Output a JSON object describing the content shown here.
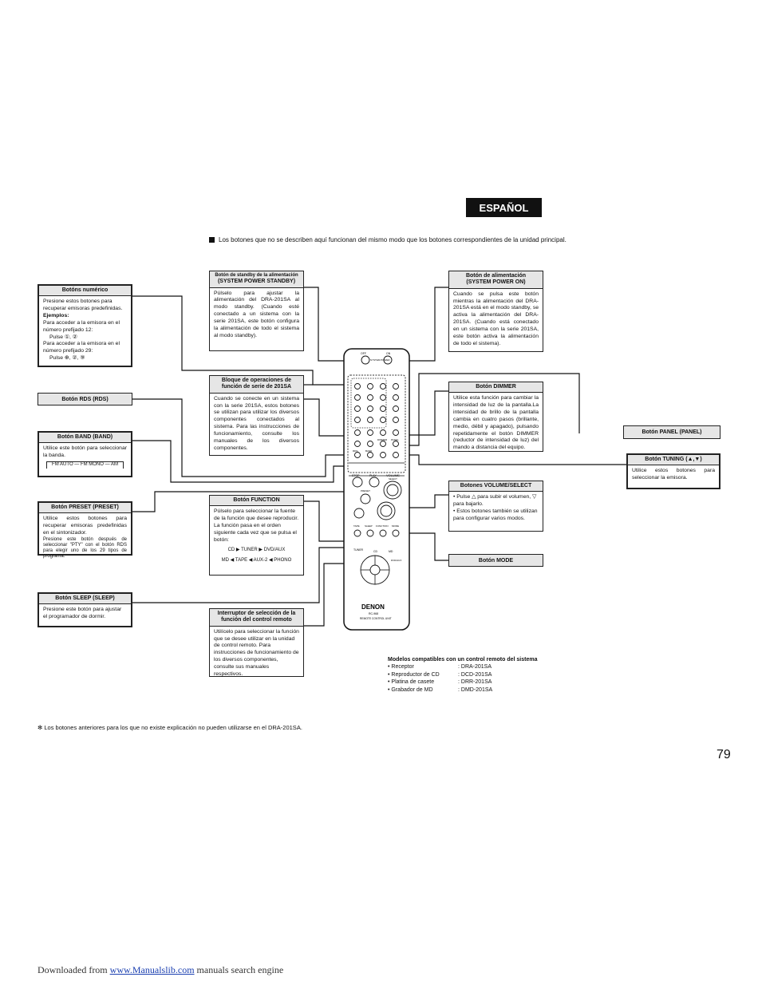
{
  "language": "ESPAÑOL",
  "note": "Los botones que no se describen aquí funcionan del mismo modo que los botones correspondientes de la unidad principal.",
  "boxes": {
    "numeric": {
      "title": "Botóns numérico",
      "body1": "Presione estos botones para recuperar emisoras predefinidas.",
      "ex": "Ejemplos:",
      "body2": "Para acceder a la emisora en el número prefijado 12:",
      "press1": "Pulse ①, ②",
      "body3": "Para acceder a la emisora en el número prefijado 29:",
      "press2": "Pulse ⊕, ②, ⑨"
    },
    "standby": {
      "title1": "Botón de standby de la alimentación",
      "title2": "(SYSTEM POWER STANDBY)",
      "body": "Púlselo para ajustar la alimentación del DRA-201SA al modo standby. (Cuando esté conectado a un sistema con la serie 201SA, este botón configura la alimentación de todo el sistema al modo standby)."
    },
    "poweron": {
      "title1": "Botón de alimentación",
      "title2": "(SYSTEM POWER ON)",
      "body": "Cuando se pulsa este botón mientras la alimentación del DRA-201SA está en el modo standby, se activa la alimentación del DRA-201SA. (Cuando está conectado en un sistema con la serie 201SA, este botón activa la alimentación de todo el sistema)."
    },
    "block": {
      "title1": "Bloque de operaciones de",
      "title2": "función de serie de 201SA",
      "body": "Cuando se conecte en un sistema con la serie 201SA, estos botones se utilizan para utilizar los diversos componentes conectados al sistema. Para las instrucciones de funcionamiento, consulte los manuales de los diversos componentes."
    },
    "dimmer": {
      "title": "Botón DIMMER",
      "body": "Utilice esta función para cambiar la intensidad de luz de la pantalla.La intensidad de brillo de la pantalla cambia en cuatro pasos (brillante, medio, débil y apagado), pulsando repetidamente el botón DIMMER (reductor de intensidad de luz) del mando a distancia del equipo."
    },
    "band": {
      "title": "Botón BAND (BAND)",
      "body": "Utilice este botón para seleccionar la banda.",
      "seq": "FM AUTO — FM MONO — AM"
    },
    "tuning": {
      "title": "Botón TUNING (▲,▼)",
      "body": "Utilice estos botones para seleccionar la emisora."
    },
    "preset": {
      "title": "Botón PRESET (PRESET)",
      "body": "Utilice estos botones para recuperar emisoras predefinidas en el sintonizador.",
      "small": "Presione este botón después de seleccionar \"PTY\" con el botón RDS para elegir uno de los 29 tipos de programa."
    },
    "function": {
      "title": "Botón FUNCTION",
      "body": "Púlselo para seleccionar la fuente de la función que desee reproducir. La función pasa en el orden siguiente cada vez que se pulsa el botón:",
      "seq1": "CD ▶ TUNER ▶ DVD/AUX",
      "seq2": "MD ◀ TAPE ◀ AUX-2 ◀ PHONO"
    },
    "volume": {
      "title": "Botones VOLUME/SELECT",
      "b1": "• Pulse △ para subir el volumen, ▽ para bajarlo.",
      "b2": "• Estos botones también se utilizan para configurar varios modos."
    },
    "sleep": {
      "title": "Botón SLEEP (SLEEP)",
      "body": "Presione este botón para ajustar el programador de dormir."
    },
    "switch": {
      "title1": "Interruptor de selección de la",
      "title2": "función del control remoto",
      "body": "Utilícelo para seleccionar la función que se desee utilizar en la unidad de control remoto. Para instrucciones de funcionamiento de los diversos componentes, consulte sus manuales respectivos."
    }
  },
  "labels": {
    "rds": "Botón RDS (RDS)",
    "panel": "Botón PANEL (PANEL)",
    "mode": "Botón MODE"
  },
  "remote": {
    "brand": "DENON",
    "model": "RC-968",
    "unit": "REMOTE CONTROL UNIT",
    "off": "OFF",
    "on": "ON",
    "sys": "SYSTEM POWER",
    "stop": "STOP",
    "play": "PLAY",
    "volume": "VOLUME",
    "select": "SELECT",
    "preset": "PRESET",
    "tape": "TAPE",
    "sleep": "SLEEP",
    "function": "FUNCTION",
    "mode": "MODE",
    "tuner": "TUNER",
    "cd": "CD",
    "md": "MD",
    "dvd": "DVD/AUX",
    "rds": "RDS",
    "band": "BAND",
    "dimmer": "DIMMER",
    "panel": "PANEL"
  },
  "compat": {
    "title": "Modelos compatibles con un control remoto del sistema",
    "rows": [
      {
        "k": "• Receptor",
        "v": ": DRA-201SA"
      },
      {
        "k": "• Reproductor de CD",
        "v": ": DCD-201SA"
      },
      {
        "k": "• Platina de casete",
        "v": ": DRR-201SA"
      },
      {
        "k": "• Grabador de MD",
        "v": ": DMD-201SA"
      }
    ]
  },
  "footnote": "✻ Los botones anteriores para los que no existe explicación no pueden utilizarse en el DRA-201SA.",
  "page_number": "79",
  "download": {
    "prefix": "Downloaded from ",
    "link": "www.Manualslib.com",
    "suffix": " manuals search engine"
  }
}
